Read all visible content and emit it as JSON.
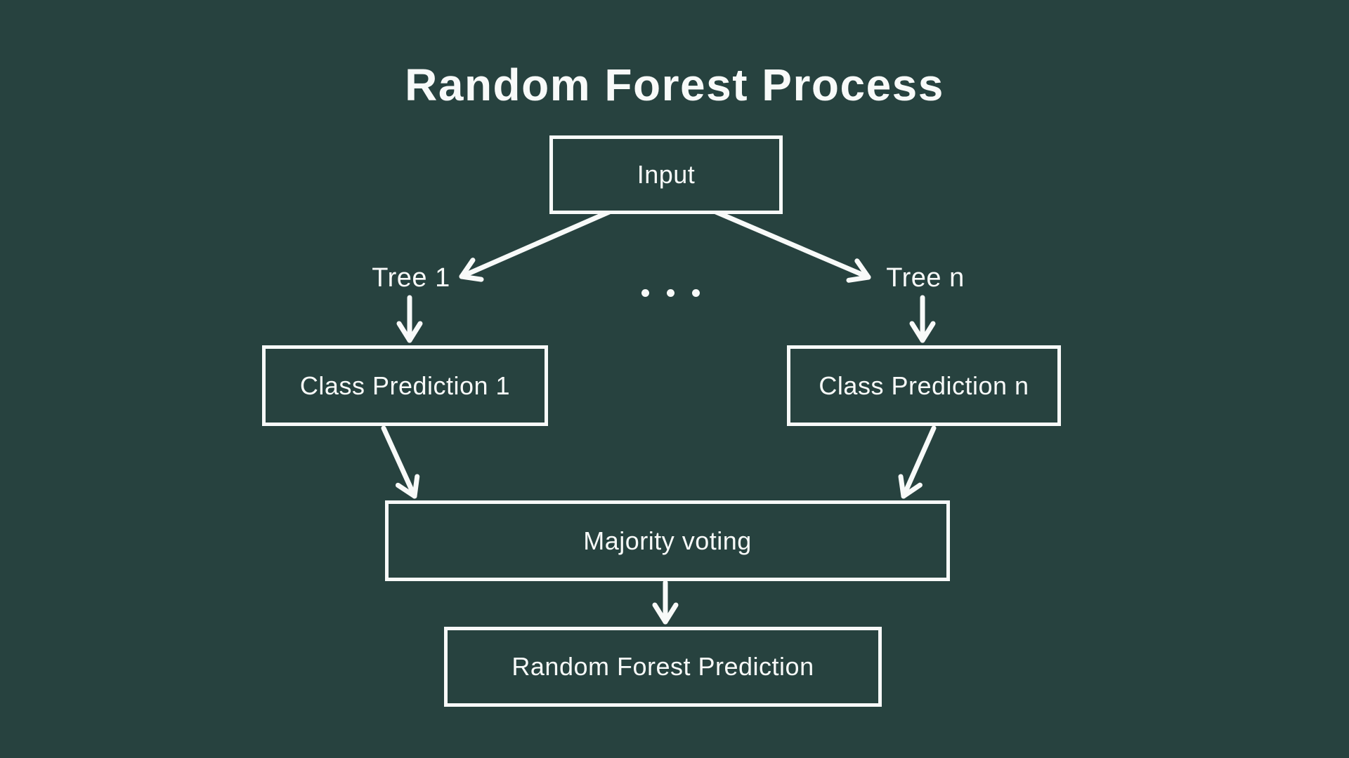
{
  "title": "Random Forest Process",
  "colors": {
    "background": "#27423F",
    "foreground": "#F8FAF9"
  },
  "diagram": {
    "nodes": {
      "input": {
        "label": "Input"
      },
      "class_prediction_1": {
        "label": "Class Prediction 1"
      },
      "class_prediction_n": {
        "label": "Class Prediction n"
      },
      "majority_voting": {
        "label": "Majority voting"
      },
      "random_forest_prediction": {
        "label": "Random Forest Prediction"
      }
    },
    "edge_labels": {
      "tree_1": "Tree 1",
      "tree_n": "Tree n"
    },
    "edges": [
      {
        "from": "Input",
        "to": "Class Prediction 1",
        "via": "Tree 1"
      },
      {
        "from": "Input",
        "to": "Class Prediction n",
        "via": "Tree n"
      },
      {
        "from": "Class Prediction 1",
        "to": "Majority voting"
      },
      {
        "from": "Class Prediction n",
        "to": "Majority voting"
      },
      {
        "from": "Majority voting",
        "to": "Random Forest Prediction"
      }
    ],
    "icons": {
      "ellipsis_dots": "three centered dots indicating omitted trees 2..n-1"
    }
  }
}
